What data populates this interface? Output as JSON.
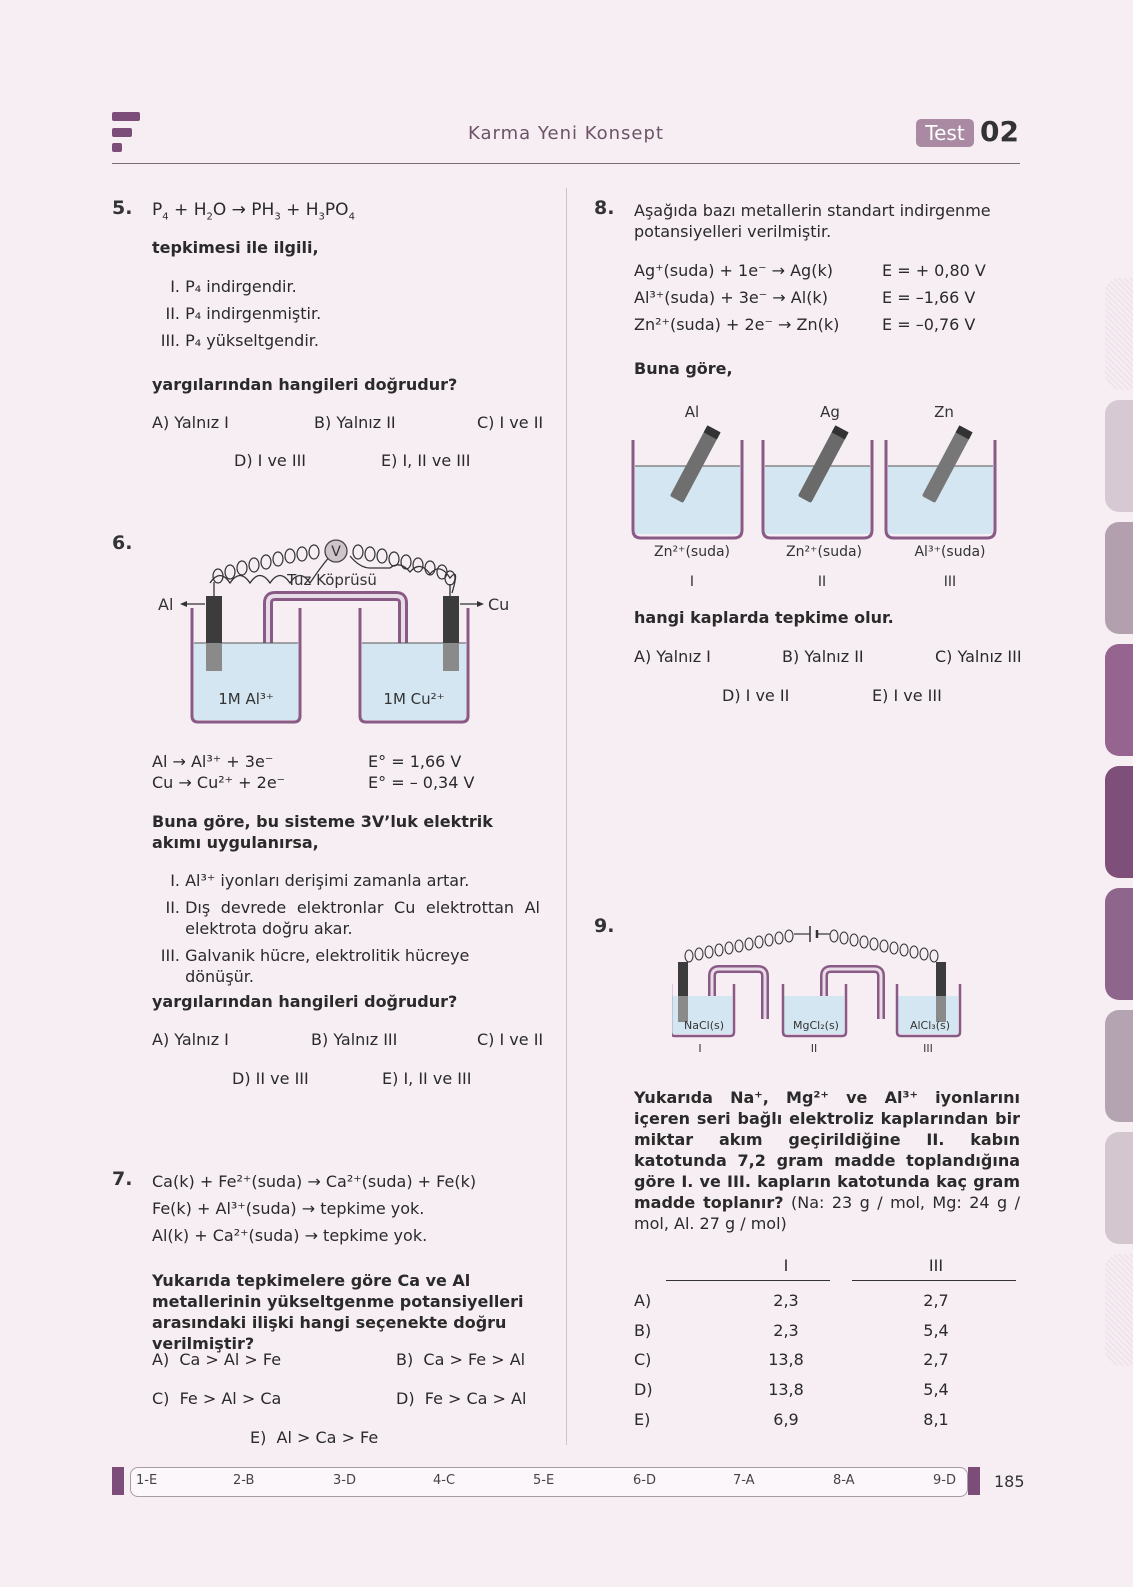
{
  "header": {
    "title": "Karma Yeni Konsept",
    "test_label": "Test",
    "test_number": "02"
  },
  "q5": {
    "number": "5.",
    "stem": "tepkimesi ile ilgili,",
    "statements": [
      "P₄ indirgendir.",
      "P₄ indirgenmiştir.",
      "P₄ yükseltgendir."
    ],
    "question": "yargılarından hangileri doğrudur?",
    "options": [
      "Yalnız I",
      "Yalnız II",
      "I ve II",
      "I ve III",
      "I, II ve III"
    ]
  },
  "q6": {
    "number": "6.",
    "fig": {
      "voltmeter": "V",
      "bridge": "Tuz Köprüsü",
      "left_metal": "Al",
      "right_metal": "Cu",
      "left_solution": "1M Al³⁺",
      "right_solution": "1M Cu²⁺"
    },
    "reactions": [
      {
        "eq": "Al → Al³⁺ + 3e⁻",
        "pot": "E° = 1,66 V"
      },
      {
        "eq": "Cu → Cu²⁺ + 2e⁻",
        "pot": "E° = – 0,34 V"
      }
    ],
    "stem": "Buna göre, bu sisteme 3V’luk elektrik akımı uygulanırsa,",
    "statements": [
      "Al³⁺ iyonları derişimi zamanla artar.",
      "Dış devrede elektronlar Cu elektrottan Al elektrota doğru akar.",
      "Galvanik hücre, elektrolitik hücreye dönüşür."
    ],
    "question": "yargılarından hangileri doğrudur?",
    "options": [
      "Yalnız I",
      "Yalnız III",
      "I ve II",
      "II ve III",
      "I, II ve III"
    ]
  },
  "q7": {
    "number": "7.",
    "reactions": [
      "Ca(k) + Fe²⁺(suda) → Ca²⁺(suda) + Fe(k)",
      "Fe(k) + Al³⁺(suda) → tepkime yok.",
      "Al(k) + Ca²⁺(suda) →  tepkime yok."
    ],
    "question": "Yukarıda tepkimelere göre Ca ve Al metallerinin yükseltgenme potansiyelleri arasındaki ilişki hangi seçenekte doğru verilmiştir?",
    "options": [
      "Ca > Al > Fe",
      "Ca > Fe > Al",
      "Fe > Al > Ca",
      "Fe > Ca > Al",
      "Al > Ca > Fe"
    ]
  },
  "q8": {
    "number": "8.",
    "intro": "Aşağıda bazı metallerin standart indirgenme potansiyelleri verilmiştir.",
    "potentials": [
      {
        "eq": "Ag⁺(suda) + 1e⁻ → Ag(k)",
        "val": "E = + 0,80 V"
      },
      {
        "eq": "Al³⁺(suda) + 3e⁻ → Al(k)",
        "val": "E = –1,66 V"
      },
      {
        "eq": "Zn²⁺(suda) + 2e⁻ → Zn(k)",
        "val": "E = –0,76 V"
      }
    ],
    "lead": "Buna göre,",
    "beakers": [
      {
        "metal": "Al",
        "solution": "Zn²⁺(suda)",
        "roman": "I"
      },
      {
        "metal": "Ag",
        "solution": "Zn²⁺(suda)",
        "roman": "II"
      },
      {
        "metal": "Zn",
        "solution": "Al³⁺(suda)",
        "roman": "III"
      }
    ],
    "question": "hangi kaplarda tepkime olur.",
    "options": [
      "Yalnız I",
      "Yalnız II",
      "Yalnız III",
      "I ve II",
      "I ve III"
    ]
  },
  "q9": {
    "number": "9.",
    "cells": [
      {
        "solution": "NaCl(s)",
        "roman": "I"
      },
      {
        "solution": "MgCl₂(s)",
        "roman": "II"
      },
      {
        "solution": "AlCl₃(s)",
        "roman": "III"
      }
    ],
    "question": "Yukarıda Na⁺, Mg²⁺ ve Al³⁺ iyonlarını içeren seri bağlı elektroliz kaplarından bir miktar akım geçirildiğine II. kabın katotunda 7,2 gram madde toplandığına göre I. ve III. kapların katotunda kaç gram madde toplanır?",
    "data": "(Na: 23 g / mol, Mg: 24 g / mol, Al. 27 g / mol)",
    "table": {
      "headers": [
        "I",
        "III"
      ],
      "rows": [
        {
          "label": "A)",
          "a": "2,3",
          "b": "2,7"
        },
        {
          "label": "B)",
          "a": "2,3",
          "b": "5,4"
        },
        {
          "label": "C)",
          "a": "13,8",
          "b": "2,7"
        },
        {
          "label": "D)",
          "a": "13,8",
          "b": "5,4"
        },
        {
          "label": "E)",
          "a": "6,9",
          "b": "8,1"
        }
      ]
    }
  },
  "answers": [
    "1-E",
    "2-B",
    "3-D",
    "4-C",
    "5-E",
    "6-D",
    "7-A",
    "8-A",
    "9-D"
  ],
  "page_number": "185"
}
